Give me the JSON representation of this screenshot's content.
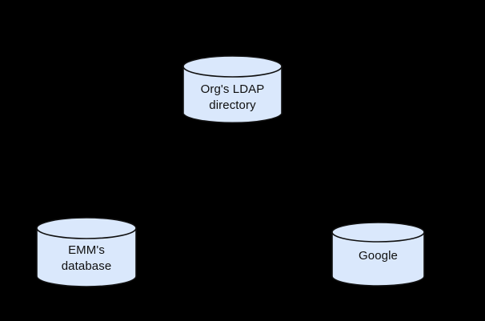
{
  "diagram": {
    "background_color": "#000000",
    "shape_fill_color": "#dae8fc",
    "shape_stroke_color": "#101010",
    "text_color": "#0f0f0f",
    "nodes": [
      {
        "id": "ldap",
        "shape": "cylinder",
        "label": "Org's LDAP\ndirectory",
        "label_line1": "Org's LDAP",
        "label_line2": "directory"
      },
      {
        "id": "emm",
        "shape": "cylinder",
        "label": "EMM's\ndatabase",
        "label_line1": "EMM's",
        "label_line2": "database"
      },
      {
        "id": "google",
        "shape": "cylinder",
        "label": "Google",
        "label_line1": "Google",
        "label_line2": ""
      }
    ],
    "connectors": []
  }
}
